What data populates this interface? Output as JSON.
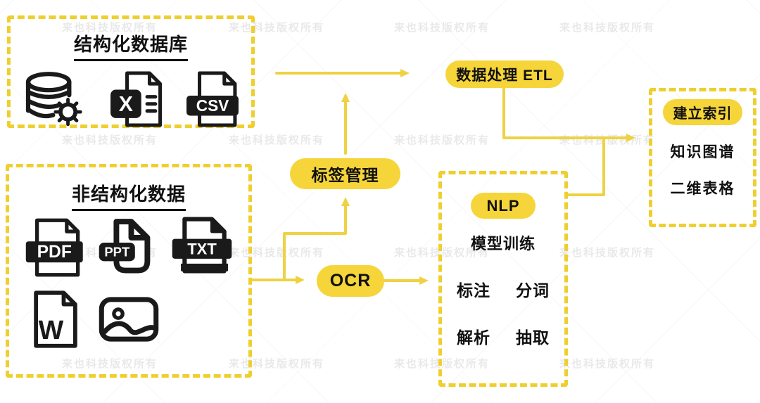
{
  "watermark": {
    "text": "来也科技版权所有"
  },
  "colors": {
    "pill_yellow": "#f6d53a",
    "line_yellow": "#eed243",
    "dash_yellow": "#efcf2f",
    "icon_black": "#1a1a1a",
    "watermark_gray": "#e9e9e9"
  },
  "boxes": {
    "structured": {
      "title": "结构化数据库",
      "icons": [
        {
          "name": "database-gear-icon",
          "label": ""
        },
        {
          "name": "excel-file-icon",
          "label": "X"
        },
        {
          "name": "csv-file-icon",
          "label": "CSV"
        }
      ]
    },
    "unstructured": {
      "title": "非结构化数据",
      "icons": [
        {
          "name": "pdf-file-icon",
          "label": "PDF"
        },
        {
          "name": "ppt-file-icon",
          "label": "PPT"
        },
        {
          "name": "txt-file-icon",
          "label": "TXT"
        },
        {
          "name": "word-file-icon",
          "label": "W"
        },
        {
          "name": "image-icon",
          "label": ""
        }
      ]
    },
    "nlp": {
      "pill": "NLP",
      "training_label": "模型训练",
      "grid": [
        "标注",
        "分词",
        "解析",
        "抽取"
      ]
    },
    "index": {
      "pill": "建立索引",
      "items": [
        "知识图谱",
        "二维表格"
      ]
    }
  },
  "nodes": {
    "etl": "数据处理 ETL",
    "label_management": "标签管理",
    "ocr": "OCR"
  }
}
